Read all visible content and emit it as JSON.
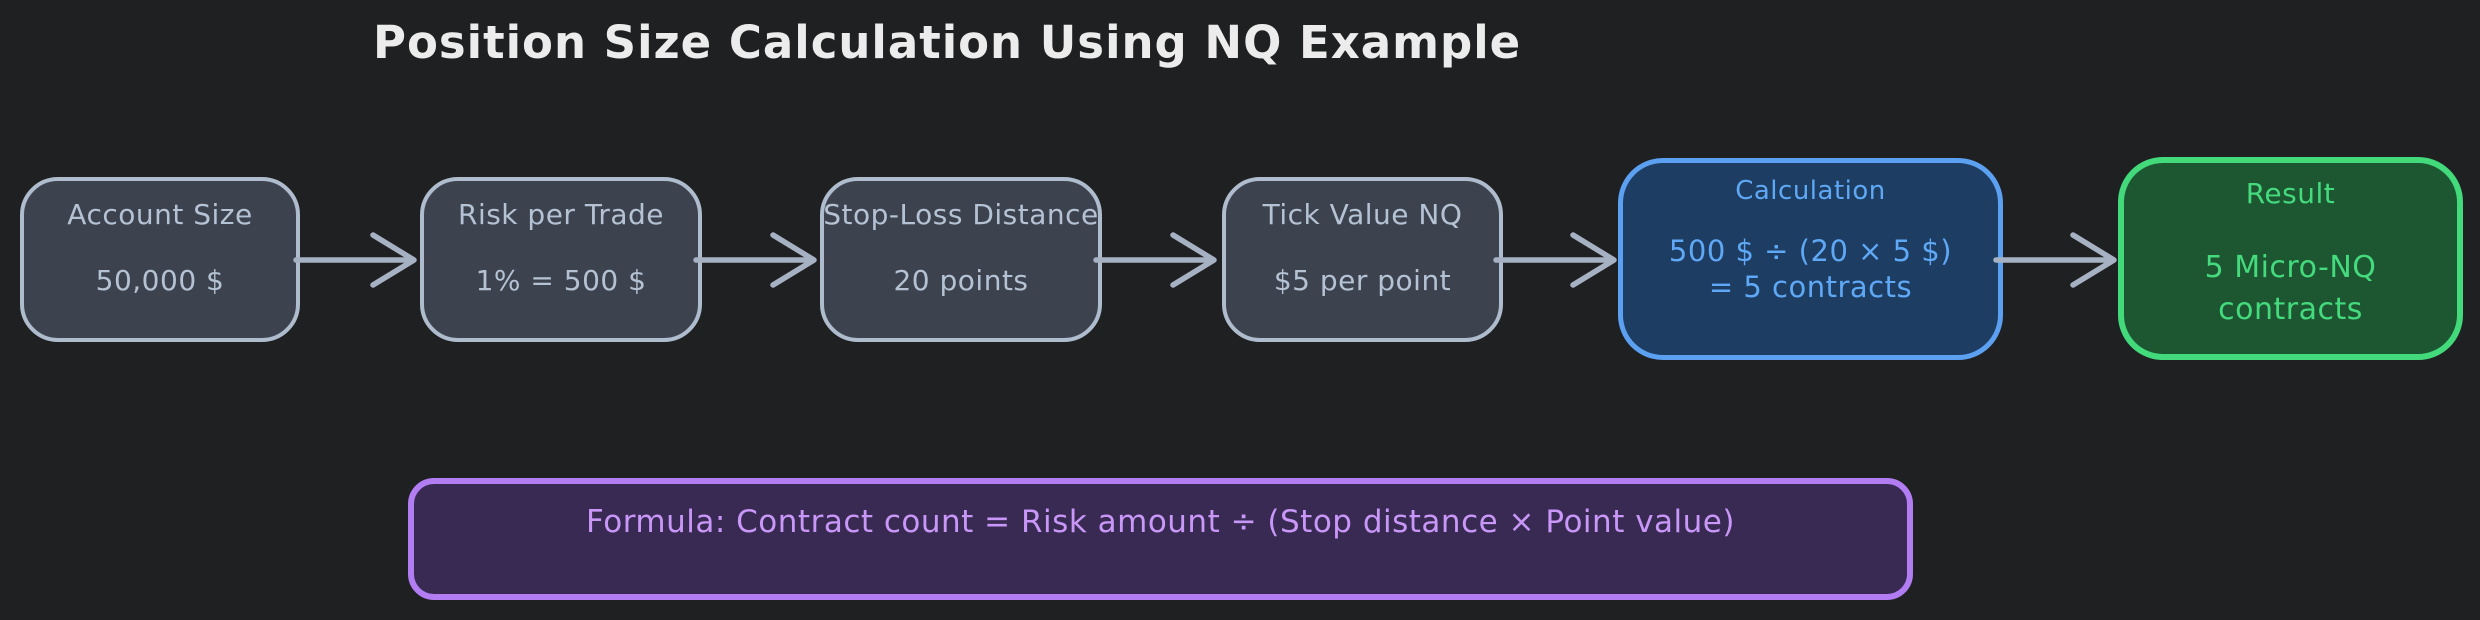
{
  "title": "Position Size Calculation Using NQ Example",
  "flow": {
    "nodes": [
      {
        "id": "account-size",
        "variant": "gray",
        "title": "Account Size",
        "lines": [
          "50,000 $"
        ]
      },
      {
        "id": "risk-per-trade",
        "variant": "gray",
        "title": "Risk per Trade",
        "lines": [
          "1% = 500 $"
        ]
      },
      {
        "id": "stop-loss-distance",
        "variant": "gray",
        "title": "Stop-Loss Distance",
        "lines": [
          "20 points"
        ]
      },
      {
        "id": "tick-value-nq",
        "variant": "gray",
        "title": "Tick Value NQ",
        "lines": [
          "$5 per point"
        ]
      },
      {
        "id": "calculation",
        "variant": "blue",
        "title": "Calculation",
        "lines": [
          "500 $ ÷ (20 × 5 $)",
          "= 5 contracts"
        ]
      },
      {
        "id": "result",
        "variant": "green",
        "title": "Result",
        "lines": [
          "5 Micro-NQ",
          "contracts"
        ]
      }
    ],
    "connector_count": 5
  },
  "formula": {
    "text": "Formula: Contract count = Risk amount ÷ (Stop distance × Point value)"
  },
  "colors": {
    "background": "#1f2022",
    "title_text": "#ececec",
    "gray_fill": "#3d434e",
    "gray_stroke": "#aebccd",
    "blue_fill": "#1e3d63",
    "blue_stroke": "#5ca0f2",
    "blue_text": "#5ea8f5",
    "green_fill": "#1c5732",
    "green_stroke": "#43da7c",
    "purple_fill": "#392a53",
    "purple_stroke": "#b27cf2",
    "purple_text": "#c897f7",
    "arrow_stroke": "#a6b2c3"
  }
}
